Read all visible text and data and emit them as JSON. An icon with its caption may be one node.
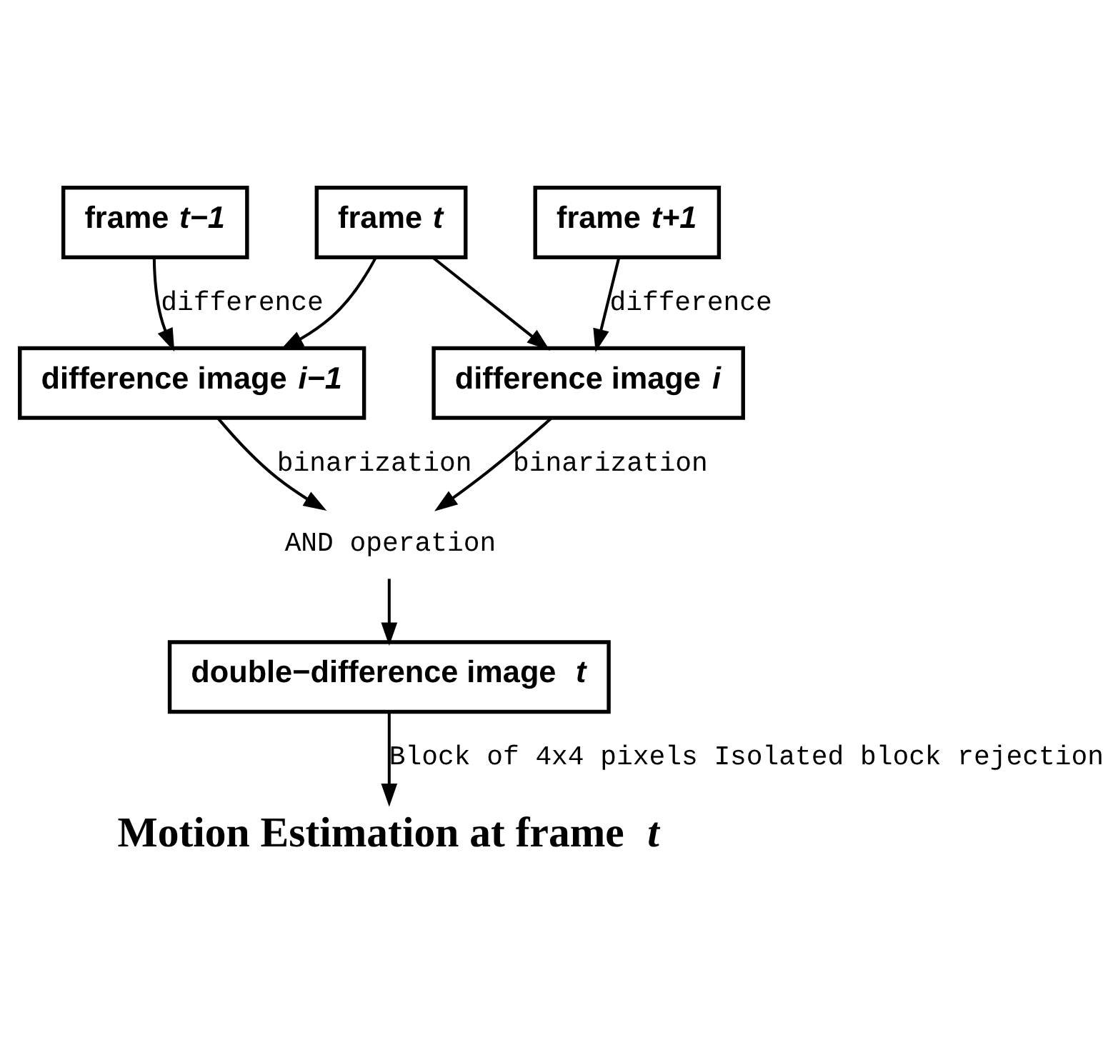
{
  "diagram": {
    "nodes": [
      {
        "text": [
          "frame *t−1*"
        ]
      },
      {
        "text": [
          "frame *t*"
        ]
      },
      {
        "text": [
          "frame *t+1*"
        ]
      },
      {
        "text": [
          "difference image *i−1*"
        ]
      },
      {
        "text": [
          "difference image *i*"
        ]
      },
      {
        "text": [
          "AND operation"
        ]
      },
      {
        "text": [
          "double−difference image  *t*"
        ]
      },
      {
        "text": [
          "Motion Estimation at frame  *t*"
        ]
      }
    ],
    "edges": [
      {
        "from": 0,
        "to": 3,
        "arrow": "to",
        "label": "difference"
      },
      {
        "from": 1,
        "to": 3,
        "arrow": "to"
      },
      {
        "from": 1,
        "to": 4,
        "arrow": "to"
      },
      {
        "from": 2,
        "to": 4,
        "arrow": "to",
        "label": "difference"
      },
      {
        "from": 3,
        "to": 5,
        "arrow": "to",
        "label": "binarization"
      },
      {
        "from": 4,
        "to": 5,
        "arrow": "to",
        "label": "binarization"
      },
      {
        "from": 5,
        "to": 6,
        "arrow": "to"
      },
      {
        "from": 6,
        "to": 7,
        "arrow": "to",
        "label": "Block of 4x4 pixels Isolated block rejection"
      }
    ]
  }
}
